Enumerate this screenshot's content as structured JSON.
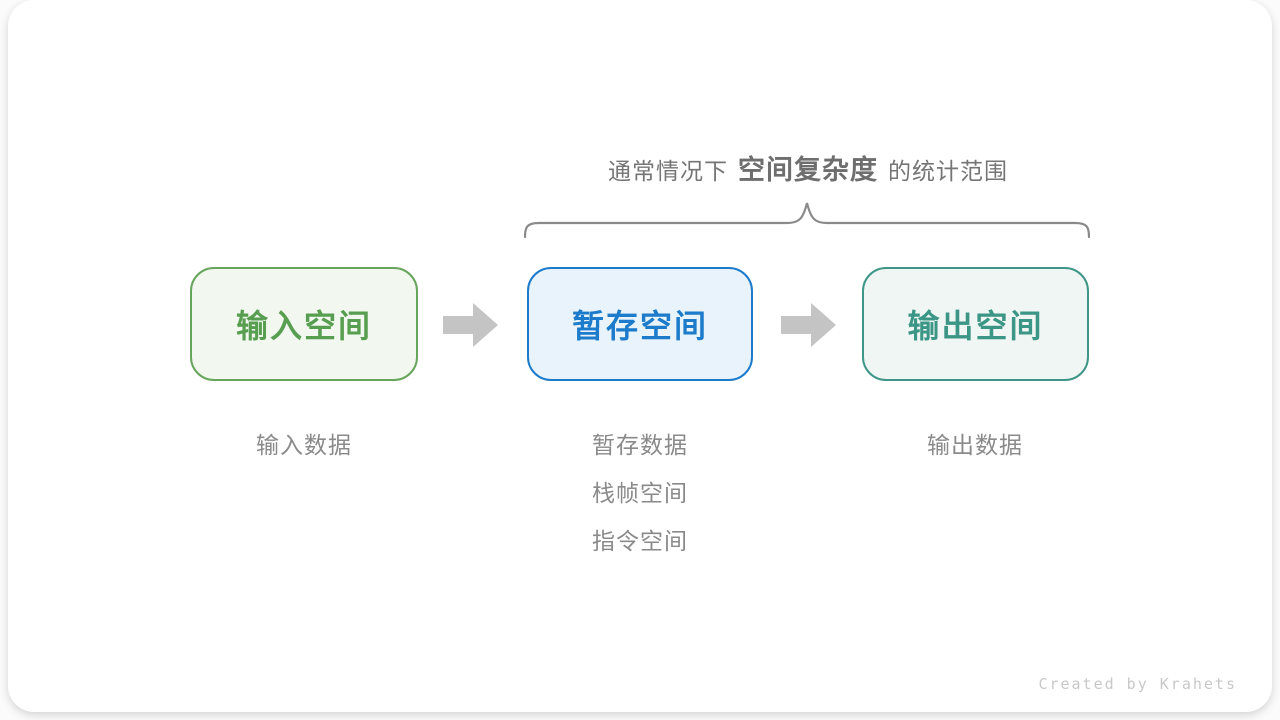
{
  "caption": {
    "prefix": "通常情况下",
    "highlight": "空间复杂度",
    "suffix": "的统计范围"
  },
  "boxes": [
    {
      "label": "输入空间",
      "subs": [
        "输入数据"
      ]
    },
    {
      "label": "暂存空间",
      "subs": [
        "暂存数据",
        "栈帧空间",
        "指令空间"
      ]
    },
    {
      "label": "输出空间",
      "subs": [
        "输出数据"
      ]
    }
  ],
  "credit": "Created by Krahets",
  "colors": {
    "input_border": "#67a55c",
    "input_bg": "#f2f8f0",
    "input_text": "#589e50",
    "temp_border": "#1c7bca",
    "temp_bg": "#e8f3fb",
    "temp_text": "#1c7bca",
    "output_border": "#3f9688",
    "output_bg": "#eff6f4",
    "output_text": "#3c9685",
    "arrow": "#c4c4c4",
    "brace": "#8a8a8a",
    "caption_text": "#757575",
    "sublabel_text": "#8a8a8a",
    "credit_text": "#c8c8c8"
  }
}
